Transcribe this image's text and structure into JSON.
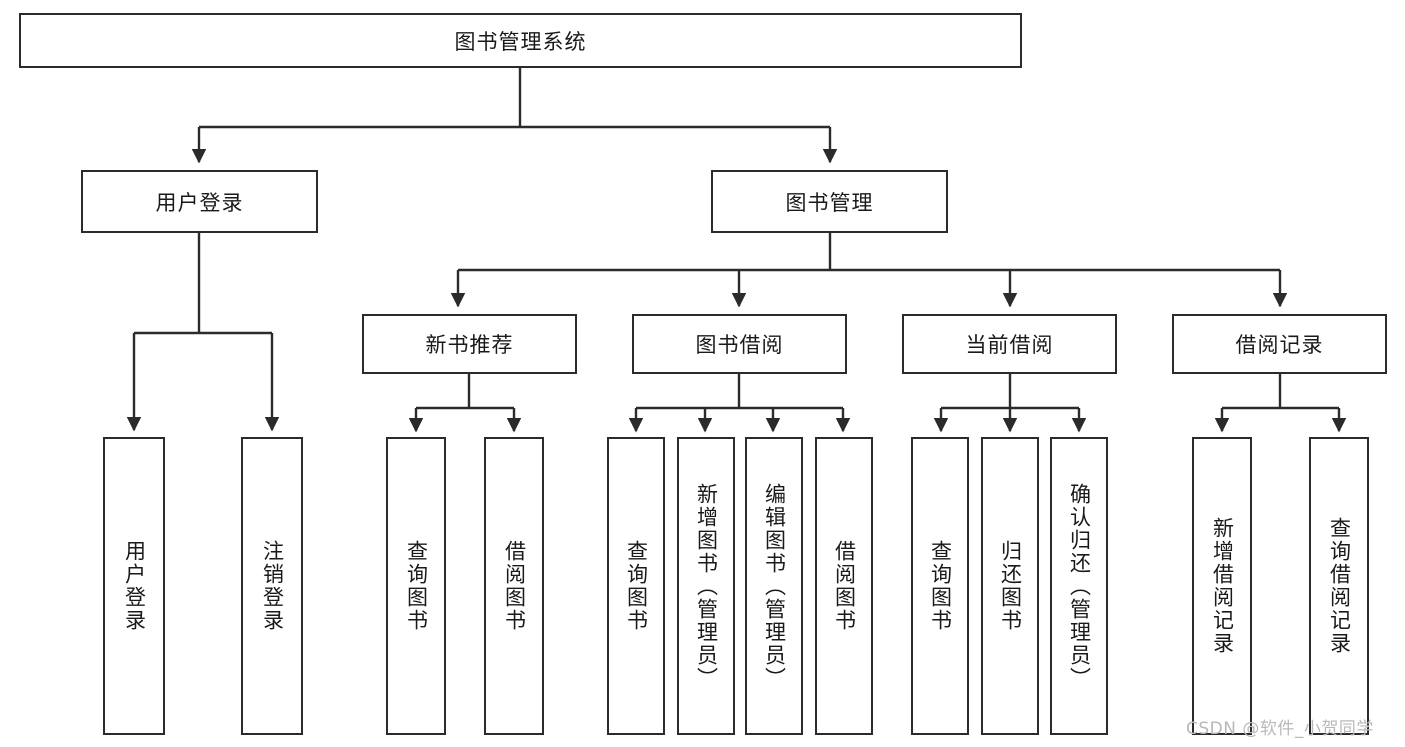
{
  "diagram": {
    "type": "tree-hierarchy",
    "title": "图书管理系统",
    "root": {
      "id": "root",
      "label": "图书管理系统"
    },
    "level1": [
      {
        "id": "user-login",
        "label": "用户登录"
      },
      {
        "id": "book-manage",
        "label": "图书管理"
      }
    ],
    "level2": [
      {
        "id": "new-book-recommend",
        "label": "新书推荐",
        "parent": "book-manage"
      },
      {
        "id": "book-borrow",
        "label": "图书借阅",
        "parent": "book-manage"
      },
      {
        "id": "current-borrow",
        "label": "当前借阅",
        "parent": "book-manage"
      },
      {
        "id": "borrow-record",
        "label": "借阅记录",
        "parent": "book-manage"
      }
    ],
    "leaves": [
      {
        "id": "leaf-user-login",
        "label": "用户登录",
        "parent": "user-login"
      },
      {
        "id": "leaf-logout",
        "label": "注销登录",
        "parent": "user-login"
      },
      {
        "id": "leaf-query-book-1",
        "label": "查询图书",
        "parent": "new-book-recommend"
      },
      {
        "id": "leaf-borrow-book-1",
        "label": "借阅图书",
        "parent": "new-book-recommend"
      },
      {
        "id": "leaf-query-book-2",
        "label": "查询图书",
        "parent": "book-borrow"
      },
      {
        "id": "leaf-add-book",
        "label": "新增图书（管理员）",
        "parent": "book-borrow"
      },
      {
        "id": "leaf-edit-book",
        "label": "编辑图书（管理员）",
        "parent": "book-borrow"
      },
      {
        "id": "leaf-borrow-book-2",
        "label": "借阅图书",
        "parent": "book-borrow"
      },
      {
        "id": "leaf-query-book-3",
        "label": "查询图书",
        "parent": "current-borrow"
      },
      {
        "id": "leaf-return-book",
        "label": "归还图书",
        "parent": "current-borrow"
      },
      {
        "id": "leaf-confirm-return",
        "label": "确认归还（管理员）",
        "parent": "current-borrow"
      },
      {
        "id": "leaf-add-record",
        "label": "新增借阅记录",
        "parent": "borrow-record"
      },
      {
        "id": "leaf-query-record",
        "label": "查询借阅记录",
        "parent": "borrow-record"
      }
    ]
  },
  "watermark": {
    "text": "CSDN @软件_小贺同学"
  },
  "colors": {
    "border": "#2b2b2b",
    "background": "#ffffff",
    "text": "#1a1a1a",
    "watermark": "#b9b9b9"
  }
}
